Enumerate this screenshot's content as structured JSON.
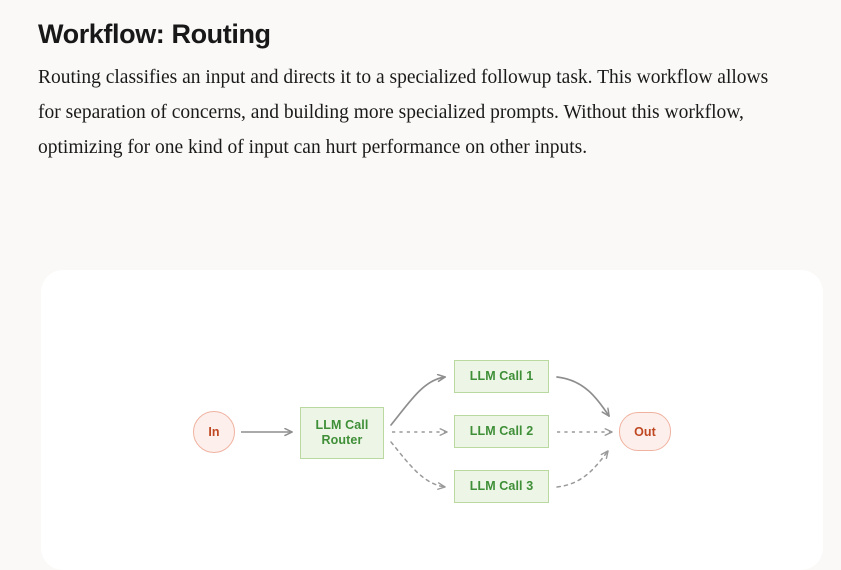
{
  "article": {
    "title": "Workflow: Routing",
    "body": "Routing classifies an input and directs it to a specialized followup task. This workflow allows for separation of concerns, and building more specialized prompts. Without this workflow, optimizing for one kind of input can hurt performance on other inputs."
  },
  "diagram": {
    "nodes": {
      "input": "In",
      "router": "LLM Call Router",
      "router_line_1": "LLM Call",
      "router_line_2": "Router",
      "call_1": "LLM Call 1",
      "call_2": "LLM Call 2",
      "call_3": "LLM Call 3",
      "output": "Out"
    },
    "edges": [
      {
        "from": "In",
        "to": "LLM Call Router",
        "style": "solid"
      },
      {
        "from": "LLM Call Router",
        "to": "LLM Call 1",
        "style": "solid"
      },
      {
        "from": "LLM Call Router",
        "to": "LLM Call 2",
        "style": "dashed"
      },
      {
        "from": "LLM Call Router",
        "to": "LLM Call 3",
        "style": "dashed"
      },
      {
        "from": "LLM Call 1",
        "to": "Out",
        "style": "solid"
      },
      {
        "from": "LLM Call 2",
        "to": "Out",
        "style": "dashed"
      },
      {
        "from": "LLM Call 3",
        "to": "Out",
        "style": "dashed"
      }
    ]
  },
  "colors": {
    "page_background": "#faf9f7",
    "card_background": "#ffffff",
    "io_node_fill": "#fdf0ec",
    "io_node_border": "#f0b2a0",
    "io_node_text": "#bf4722",
    "llm_node_fill": "#edf5e6",
    "llm_node_border": "#b9d9a0",
    "llm_node_text": "#3f8f38",
    "edge_color": "#8e8e8e",
    "title_text": "#181818",
    "body_text": "#1a1a1a"
  }
}
